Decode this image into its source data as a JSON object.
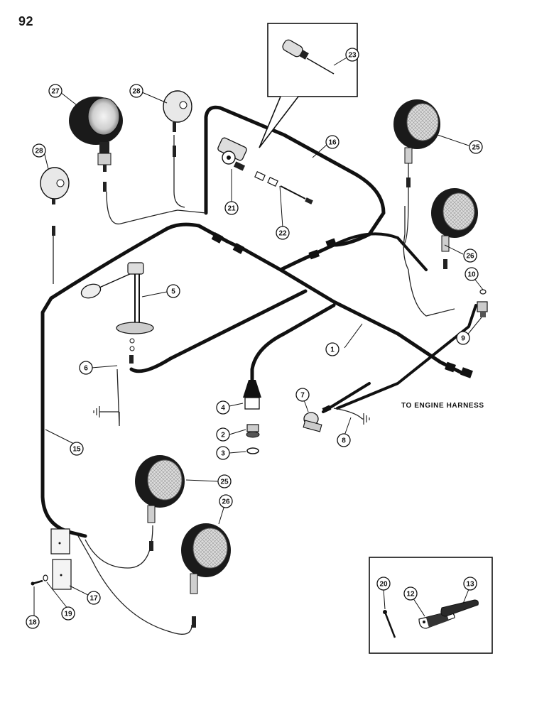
{
  "page": {
    "number": "92"
  },
  "notes": {
    "engine_harness": "TO ENGINE HARNESS"
  },
  "callouts": [
    {
      "id": "c1",
      "label": "1"
    },
    {
      "id": "c2",
      "label": "2"
    },
    {
      "id": "c3",
      "label": "3"
    },
    {
      "id": "c4",
      "label": "4"
    },
    {
      "id": "c5",
      "label": "5"
    },
    {
      "id": "c6",
      "label": "6"
    },
    {
      "id": "c7",
      "label": "7"
    },
    {
      "id": "c8",
      "label": "8"
    },
    {
      "id": "c9",
      "label": "9"
    },
    {
      "id": "c10",
      "label": "10"
    },
    {
      "id": "c12",
      "label": "12"
    },
    {
      "id": "c13",
      "label": "13"
    },
    {
      "id": "c15",
      "label": "15"
    },
    {
      "id": "c16",
      "label": "16"
    },
    {
      "id": "c17",
      "label": "17"
    },
    {
      "id": "c18",
      "label": "18"
    },
    {
      "id": "c19",
      "label": "19"
    },
    {
      "id": "c20",
      "label": "20"
    },
    {
      "id": "c21",
      "label": "21"
    },
    {
      "id": "c22",
      "label": "22"
    },
    {
      "id": "c23",
      "label": "23"
    },
    {
      "id": "c25a",
      "label": "25"
    },
    {
      "id": "c25b",
      "label": "25"
    },
    {
      "id": "c26a",
      "label": "26"
    },
    {
      "id": "c26b",
      "label": "26"
    },
    {
      "id": "c27",
      "label": "27"
    },
    {
      "id": "c28a",
      "label": "28"
    },
    {
      "id": "c28b",
      "label": "28"
    }
  ]
}
